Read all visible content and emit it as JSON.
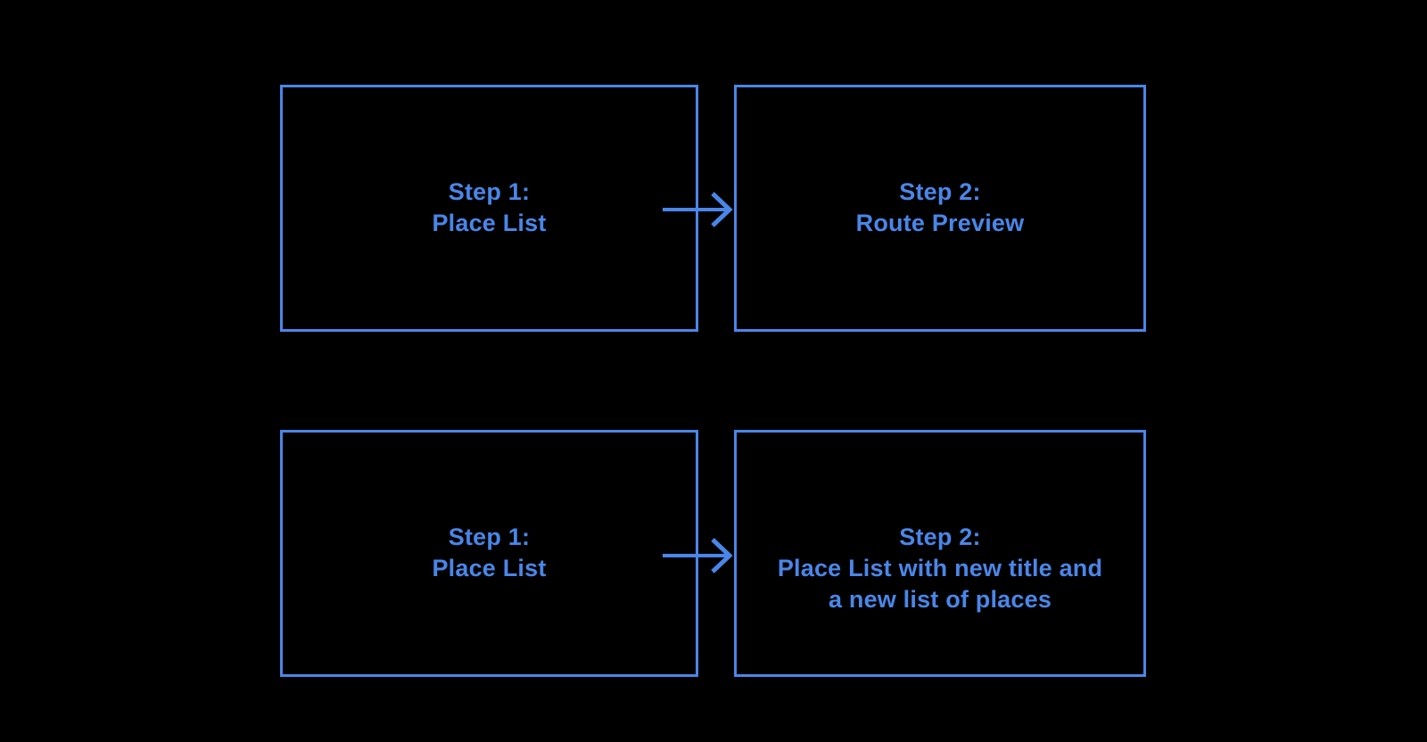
{
  "diagram": {
    "background_color": "#000000",
    "accent_color": "#4a86e8",
    "boxes": [
      {
        "id": "step1-top",
        "lines": [
          "Step 1:",
          "Place List"
        ]
      },
      {
        "id": "step2-top",
        "lines": [
          "Step 2:",
          "Route Preview"
        ]
      },
      {
        "id": "step1-bottom",
        "lines": [
          "Step 1:",
          "Place List"
        ]
      },
      {
        "id": "step2-bottom",
        "lines": [
          "Step 2:",
          "Place List with new title and",
          "a new list of places"
        ]
      }
    ],
    "arrows": [
      {
        "from": "step1-top",
        "to": "step2-top",
        "direction": "right"
      },
      {
        "from": "step1-bottom",
        "to": "step2-bottom",
        "direction": "right"
      }
    ]
  }
}
